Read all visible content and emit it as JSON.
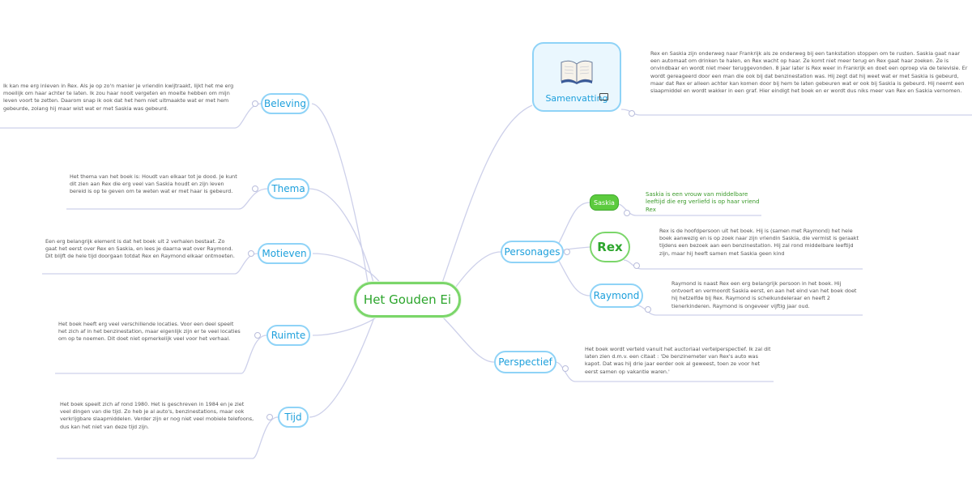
{
  "central": {
    "label": "Het Gouden Ei"
  },
  "left_topics": {
    "beleving": {
      "label": "Beleving",
      "note": "Ik kan me erg inleven in Rex. Als je op zo'n manier je vriendin kwijtraakt, lijkt het me erg moeilijk om haar achter te laten. Ik zou haar nooit vergeten en moeite hebben om mijn leven voort te zetten. Daarom snap ik ook dat het hem niet uitmaakte wat er met hem gebeurde, zolang hij maar wist wat er met Saskia was gebeurd."
    },
    "thema": {
      "label": "Thema",
      "note": "Het thema van het boek is: Houdt van elkaar tot je dood. Je kunt dit zien aan Rex die erg veel van Saskia houdt en zijn leven bereid is op te geven om te weten wat er met haar is gebeurd."
    },
    "motieven": {
      "label": "Motieven",
      "note": "Een erg belangrijk element is dat het boek uit 2 verhalen bestaat. Zo gaat het eerst over Rex en Saskia, en lees je daarna wat over Raymond. Dit blijft de hele tijd doorgaan totdat Rex en Raymond elkaar ontmoeten."
    },
    "ruimte": {
      "label": "Ruimte",
      "note": "Het boek heeft erg veel verschillende locaties. Voor een deel speelt het zich af in het benzinestation, maar eigenlijk zijn er te veel locaties om op te noemen. Dit doet niet opmerkelijk veel voor het verhaal."
    },
    "tijd": {
      "label": "Tijd",
      "note": "Het boek speelt zich af rond 1980. Het is geschreven in 1984 en je ziet veel dingen van die tijd. Zo heb je al auto's, benzinestations, maar ook verkrijgbare slaapmiddelen. Verder zijn er nog niet veel mobiele telefoons, dus kan het niet van deze tijd zijn."
    }
  },
  "right_topics": {
    "samenvatting": {
      "label": "Samenvatting",
      "icon": "book-icon",
      "note": "Rex en Saskia zijn onderweg naar Frankrijk als ze onderweg bij een tankstation stoppen om te rusten. Saskia gaat naar een automaat om drinken te halen, en Rex wacht op haar. Ze komt niet meer terug en Rex gaat haar zoeken. Ze is onvindbaar en wordt niet meer teruggevonden. 8 jaar later is Rex weer in Frankrijk en doet een oproep via de televisie. Er wordt gereageerd door een man die ook bij dat benzinestation was. Hij zegt dat hij weet wat er met Saskia is gebeurd, maar dat Rex er alleen achter kan komen door bij hem te laten gebeuren wat er ook bij Saskia is gebeurd. Hij neemt een slaapmiddel en wordt wakker in een graf. Hier eindigt het boek en er wordt dus niks meer van Rex en Saskia vernomen."
    },
    "personages": {
      "label": "Personages",
      "saskia": {
        "label": "Saskia",
        "note": "Saskia is een vrouw van middelbare leeftijd die erg verliefd is op haar vriend Rex"
      },
      "rex": {
        "label": "Rex",
        "note": "Rex is de hoofdpersoon uit het boek. Hij is (samen met Raymond) het hele boek aanwezig en is op zoek naar zijn vriendin Saskia, die vermist is geraakt tijdens een bezoek aan een benzinestation. Hij zal rond middelbare leeftijd zijn, maar hij heeft samen met Saskia geen kind"
      },
      "raymond": {
        "label": "Raymond",
        "note": "Raymond is naast Rex een erg belangrijk persoon in het boek. Hij ontvoert en vermoordt Saskia eerst, en aan het eind van het boek doet hij hetzelfde bij Rex. Raymond is scheikundeleraar en heeft 2 tienerkinderen. Raymond is ongeveer vijftig jaar oud."
      }
    },
    "perspectief": {
      "label": "Perspectief",
      "note": "Het boek wordt verteld vanuit het auctoriaal vertelperspectief. Ik zal dit laten zien d.m.v. een citaat : 'De benzinemeter van Rex's auto was kapot. Dat was hij drie jaar eerder ook al geweest, toen ze voor het eerst samen op vakantie waren.'"
    }
  },
  "colors": {
    "branch_line": "#cdd0ea",
    "note_line": "#cdd0ea",
    "topic_border": "#8fd3f7",
    "topic_text": "#1ea0dc",
    "central_border": "#7bd66a",
    "central_text": "#2ca52c"
  }
}
